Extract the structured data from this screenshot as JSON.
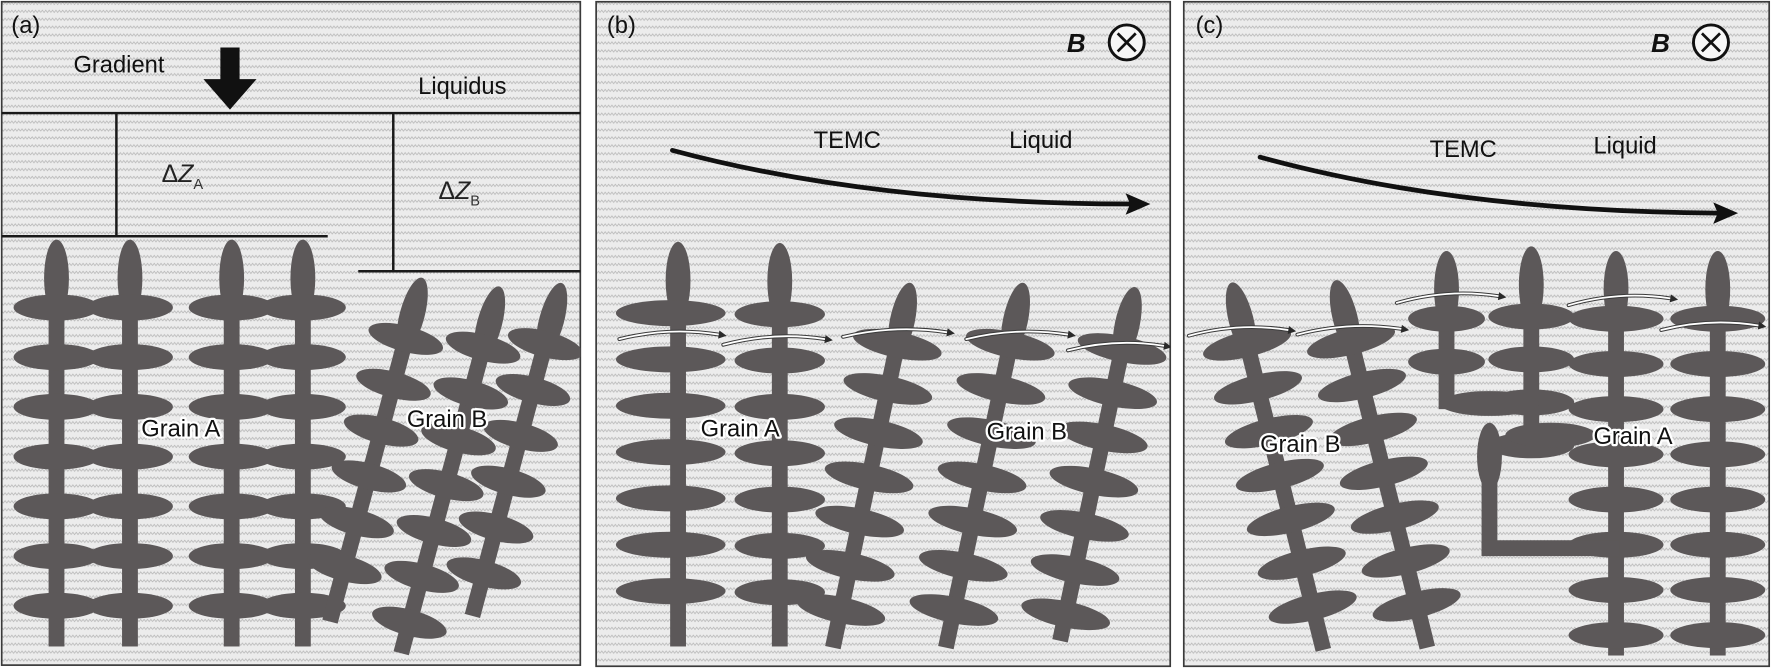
{
  "colors": {
    "dendrite": "#5c5859",
    "melt_background": "#ececec",
    "melt_texture": "#b7b7b7"
  },
  "icons": {
    "gradient_arrow": "down-arrow-icon",
    "magnetic_field": "circled-x-icon",
    "temc_flow": "curved-arrow-icon",
    "local_flow": "small-curved-arrow-icon"
  },
  "panels": {
    "a": {
      "label": "(a)",
      "gradient": "Gradient",
      "liquidus": "Liquidus",
      "delta_z_a": {
        "delta": "Δ",
        "variable": "Z",
        "subscript": "A"
      },
      "delta_z_b": {
        "delta": "Δ",
        "variable": "Z",
        "subscript": "B"
      },
      "grain_a": "Grain A",
      "grain_b": "Grain B"
    },
    "b": {
      "label": "(b)",
      "field": "B",
      "flow": "TEMC",
      "liquid": "Liquid",
      "grain_a": "Grain A",
      "grain_b": "Grain B"
    },
    "c": {
      "label": "(c)",
      "field": "B",
      "flow": "TEMC",
      "liquid": "Liquid",
      "grain_a": "Grain A",
      "grain_b": "Grain B"
    }
  }
}
